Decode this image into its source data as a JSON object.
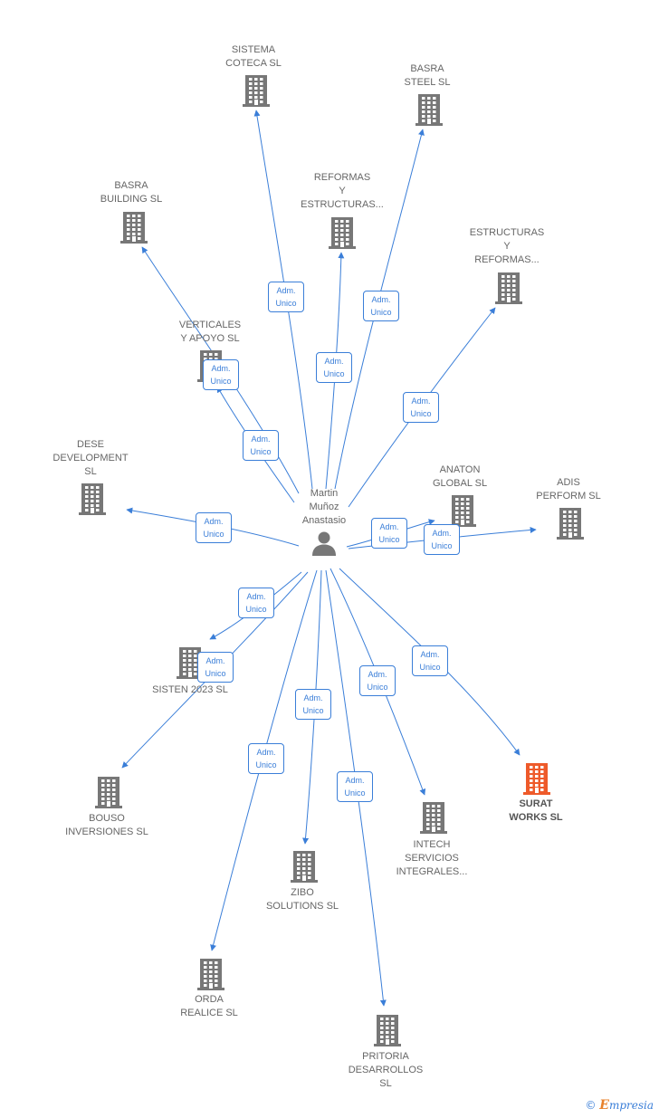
{
  "center": {
    "name": "Martin\nMuñoz\nAnastasio",
    "icon": "person-icon"
  },
  "edge_label": "Adm.\nUnico",
  "colors": {
    "edge": "#3a7ed8",
    "node": "#777777",
    "highlight": "#ee5a2a"
  },
  "companies": [
    {
      "id": "sistema-coteca",
      "name": "SISTEMA\nCOTECA  SL",
      "highlight": false
    },
    {
      "id": "basra-steel",
      "name": "BASRA\nSTEEL  SL",
      "highlight": false
    },
    {
      "id": "reformas-estructuras",
      "name": "REFORMAS\nY\nESTRUCTURAS...",
      "highlight": false
    },
    {
      "id": "basra-building",
      "name": "BASRA\nBUILDING  SL",
      "highlight": false
    },
    {
      "id": "estructuras-reformas",
      "name": "ESTRUCTURAS\nY\nREFORMAS...",
      "highlight": false
    },
    {
      "id": "verticales-apoyo",
      "name": "VERTICALES\nY APOYO  SL",
      "highlight": false
    },
    {
      "id": "dese-development",
      "name": "DESE\nDEVELOPMENT\nSL",
      "highlight": false
    },
    {
      "id": "anaton-global",
      "name": "ANATON\nGLOBAL  SL",
      "highlight": false
    },
    {
      "id": "adis-perform",
      "name": "ADIS\nPERFORM  SL",
      "highlight": false
    },
    {
      "id": "sisten-2023",
      "name": "SISTEN 2023  SL",
      "highlight": false
    },
    {
      "id": "bouso-inversiones",
      "name": "BOUSO\nINVERSIONES SL",
      "highlight": false
    },
    {
      "id": "surat-works",
      "name": "SURAT\nWORKS  SL",
      "highlight": true
    },
    {
      "id": "intech-servicios",
      "name": "INTECH\nSERVICIOS\nINTEGRALES...",
      "highlight": false
    },
    {
      "id": "zibo-solutions",
      "name": "ZIBO\nSOLUTIONS  SL",
      "highlight": false
    },
    {
      "id": "orda-realice",
      "name": "ORDA\nREALICE  SL",
      "highlight": false
    },
    {
      "id": "pritoria-desarrollos",
      "name": "PRITORIA\nDESARROLLOS\nSL",
      "highlight": false
    }
  ],
  "copyright": {
    "symbol": "©",
    "brand_initial": "E",
    "brand_rest": "mpresia"
  }
}
